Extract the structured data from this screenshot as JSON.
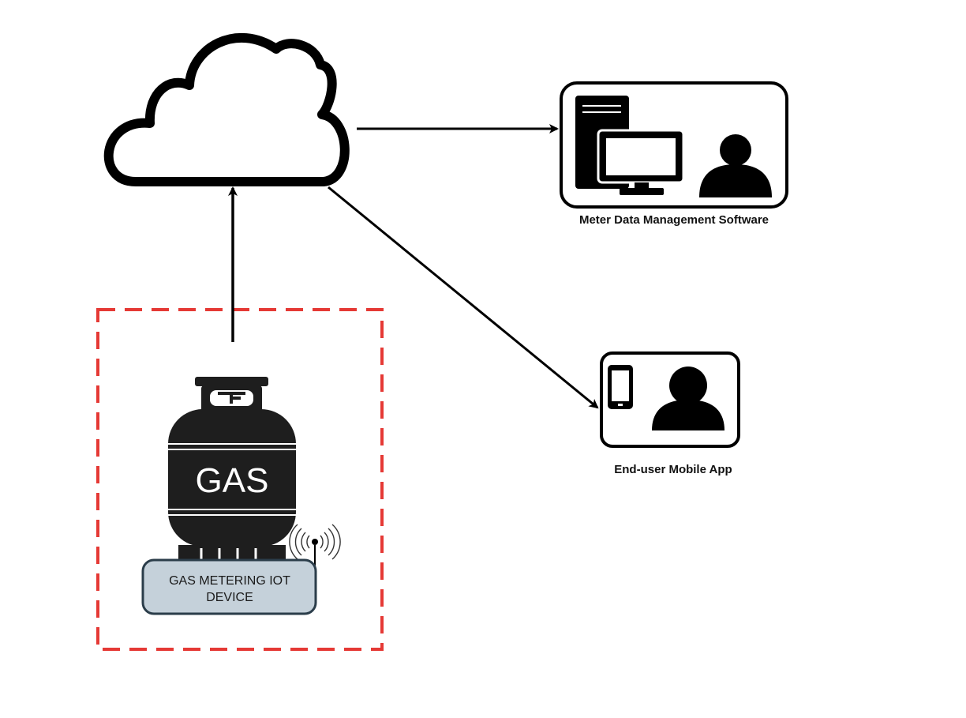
{
  "nodes": {
    "cloud": {
      "icon": "cloud-icon"
    },
    "mdm": {
      "label": "Meter Data Management Software",
      "icons": [
        "server-tower-icon",
        "monitor-icon",
        "user-icon"
      ]
    },
    "mobile": {
      "label": "End-user Mobile App",
      "icons": [
        "smartphone-icon",
        "user-icon"
      ]
    },
    "cylinder": {
      "text": "GAS",
      "icon": "gas-cylinder-icon"
    },
    "device": {
      "line1": "GAS METERING IOT",
      "line2": "DEVICE",
      "icon": "wireless-signal-icon"
    }
  },
  "edges": [
    {
      "from": "device",
      "to": "cloud"
    },
    {
      "from": "cloud",
      "to": "mdm"
    },
    {
      "from": "cloud",
      "to": "mobile"
    }
  ],
  "colors": {
    "stroke": "#000000",
    "dashed_border": "#e53935",
    "device_fill": "#c5d1da",
    "device_stroke": "#2b3d4a",
    "icon_fill": "#000000",
    "cylinder_fill": "#1e1e1e"
  }
}
